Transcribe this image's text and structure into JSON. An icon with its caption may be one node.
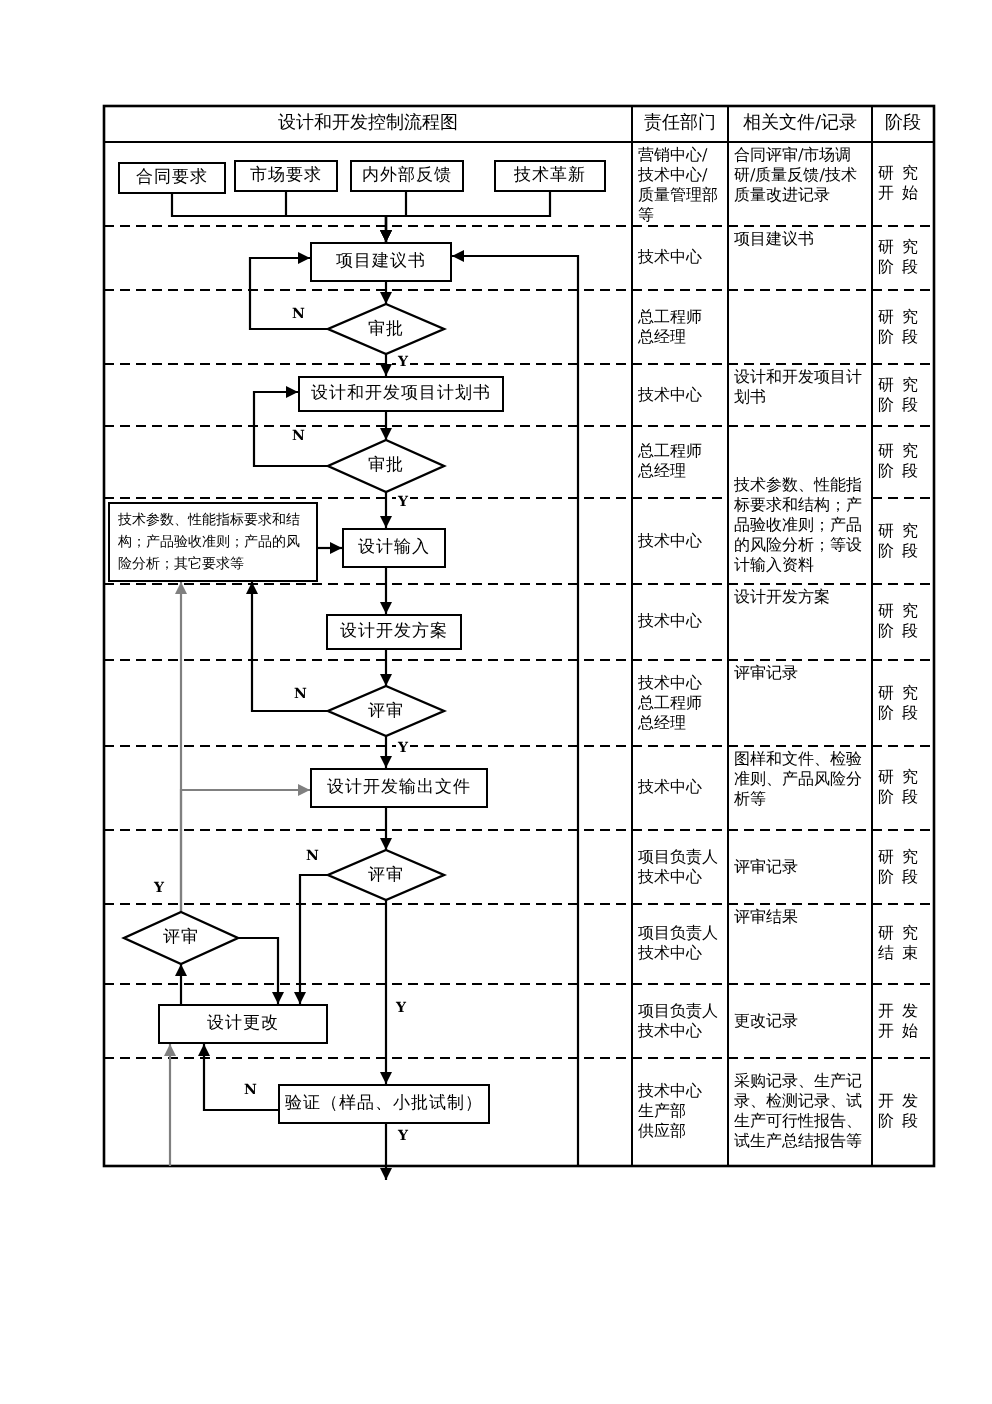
{
  "diagram": {
    "title": "设计和开发控制流程图",
    "nodes": [
      {
        "text": [
          "合同要求"
        ]
      },
      {
        "text": [
          "市场要求"
        ]
      },
      {
        "text": [
          "内外部反馈"
        ]
      },
      {
        "text": [
          "技术革新"
        ]
      },
      {
        "text": [
          "项目建议书"
        ]
      },
      {
        "text": [
          "审批"
        ]
      },
      {
        "text": [
          "设计和开发项目计划书"
        ]
      },
      {
        "text": [
          "审批"
        ]
      },
      {
        "text": [
          "技术参数、性能指标要求和结构；产品验收准则；产品的风险分析；其它要求等"
        ]
      },
      {
        "text": [
          "设计输入"
        ]
      },
      {
        "text": [
          "设计开发方案"
        ]
      },
      {
        "text": [
          "评审"
        ]
      },
      {
        "text": [
          "设计开发输出文件"
        ]
      },
      {
        "text": [
          "评审"
        ]
      },
      {
        "text": [
          "评审"
        ]
      },
      {
        "text": [
          "设计更改"
        ]
      },
      {
        "text": [
          "验证（样品、小批试制）"
        ]
      }
    ],
    "edges": [
      {
        "from": 0,
        "to": 4,
        "arrow": "to"
      },
      {
        "from": 1,
        "to": 4,
        "arrow": "to"
      },
      {
        "from": 2,
        "to": 4,
        "arrow": "to"
      },
      {
        "from": 3,
        "to": 4,
        "arrow": "to"
      },
      {
        "from": 4,
        "to": 5,
        "arrow": "to"
      },
      {
        "from": 5,
        "to": 4,
        "arrow": "to",
        "label": "N"
      },
      {
        "from": 5,
        "to": 6,
        "arrow": "to",
        "label": "Y"
      },
      {
        "from": 6,
        "to": 7,
        "arrow": "to"
      },
      {
        "from": 7,
        "to": 6,
        "arrow": "to",
        "label": "N"
      },
      {
        "from": 7,
        "to": 9,
        "arrow": "to",
        "label": "Y"
      },
      {
        "from": 8,
        "to": 9,
        "arrow": "to"
      },
      {
        "from": 9,
        "to": 10,
        "arrow": "to"
      },
      {
        "from": 10,
        "to": 11,
        "arrow": "to"
      },
      {
        "from": 11,
        "to": 8,
        "arrow": "to",
        "label": "N"
      },
      {
        "from": 11,
        "to": 12,
        "arrow": "to",
        "label": "Y"
      },
      {
        "from": 12,
        "to": 13,
        "arrow": "to"
      },
      {
        "from": 13,
        "to": 15,
        "arrow": "to",
        "label": "N"
      },
      {
        "from": 13,
        "to": 16,
        "arrow": "to",
        "label": "Y"
      },
      {
        "from": 14,
        "to": 8,
        "arrow": "to",
        "label": "Y",
        "color": "#808080"
      },
      {
        "from": 14,
        "to": 12,
        "arrow": "to",
        "color": "#808080"
      },
      {
        "from": 15,
        "to": 14,
        "arrow": "to"
      },
      {
        "from": 14,
        "to": 15,
        "arrow": "to"
      },
      {
        "from": 16,
        "to": 15,
        "arrow": "to",
        "label": "N"
      },
      {
        "from": 16,
        "to": null,
        "arrow": "to",
        "label": "Y"
      },
      {
        "from": null,
        "to": 4,
        "arrow": "to"
      },
      {
        "from": null,
        "to": 15,
        "arrow": "to",
        "color": "#808080"
      }
    ],
    "labels": [
      "责任部门",
      "相关文件/记录",
      "阶段",
      "营销中心/技术中心/质量管理部等",
      "合同评审/市场调研/质量反馈/技术质量改进记录",
      "研究开始",
      "技术中心",
      "项目建议书",
      "研究阶段",
      "总工程师",
      "总经理",
      "研究阶段",
      "技术中心",
      "设计和开发项目计划书",
      "研究阶段",
      "总工程师",
      "总经理",
      "技术参数、性能指标要求和结构；产品验收准则；产品的风险分析；等设计输入资料",
      "研究阶段",
      "技术中心",
      "研究阶段",
      "技术中心",
      "设计开发方案",
      "研究阶段",
      "技术中心",
      "总工程师",
      "总经理",
      "评审记录",
      "研究阶段",
      "技术中心",
      "图样和文件、检验准则、产品风险分析等",
      "研究阶段",
      "项目负责人",
      "技术中心",
      "评审记录",
      "研究阶段",
      "项目负责人",
      "技术中心",
      "评审结果",
      "研究结束",
      "项目负责人",
      "技术中心",
      "更改记录",
      "开发开始",
      "技术中心",
      "生产部",
      "供应部",
      "采购记录、生产记录、检测记录、试生产可行性报告、试生产总结报告等",
      "开发阶段"
    ]
  }
}
